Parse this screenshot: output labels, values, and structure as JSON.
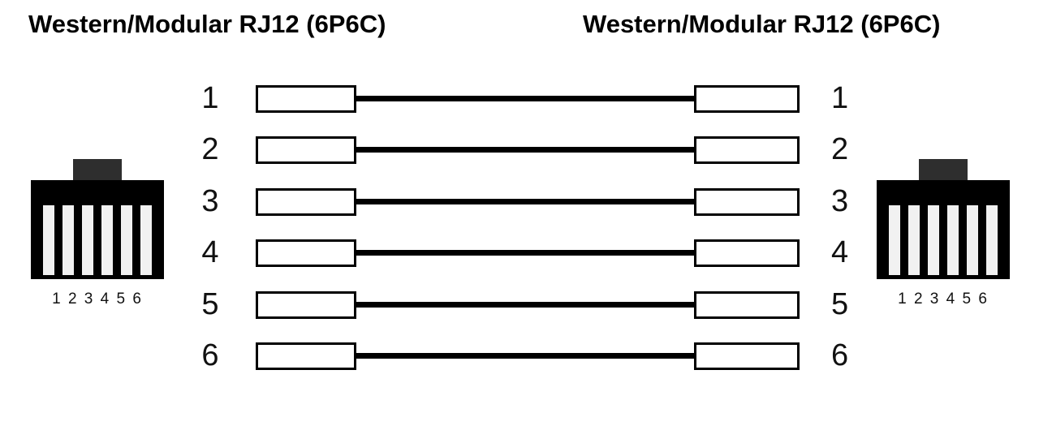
{
  "titles": {
    "left": "Western/Modular RJ12 (6P6C)",
    "right": "Western/Modular RJ12 (6P6C)"
  },
  "connectors": {
    "left": {
      "pin_labels": "1 2 3 4 5 6"
    },
    "right": {
      "pin_labels": "1 2 3 4 5 6"
    }
  },
  "wiring": {
    "rows": [
      {
        "left_pin": "1",
        "right_pin": "1"
      },
      {
        "left_pin": "2",
        "right_pin": "2"
      },
      {
        "left_pin": "3",
        "right_pin": "3"
      },
      {
        "left_pin": "4",
        "right_pin": "4"
      },
      {
        "left_pin": "5",
        "right_pin": "5"
      },
      {
        "left_pin": "6",
        "right_pin": "6"
      }
    ]
  },
  "colors": {
    "wire": "#000000",
    "connector_body": "#000000",
    "connector_tab": "#2e2e2e",
    "slat": "#f1f1f1",
    "background": "#ffffff"
  }
}
